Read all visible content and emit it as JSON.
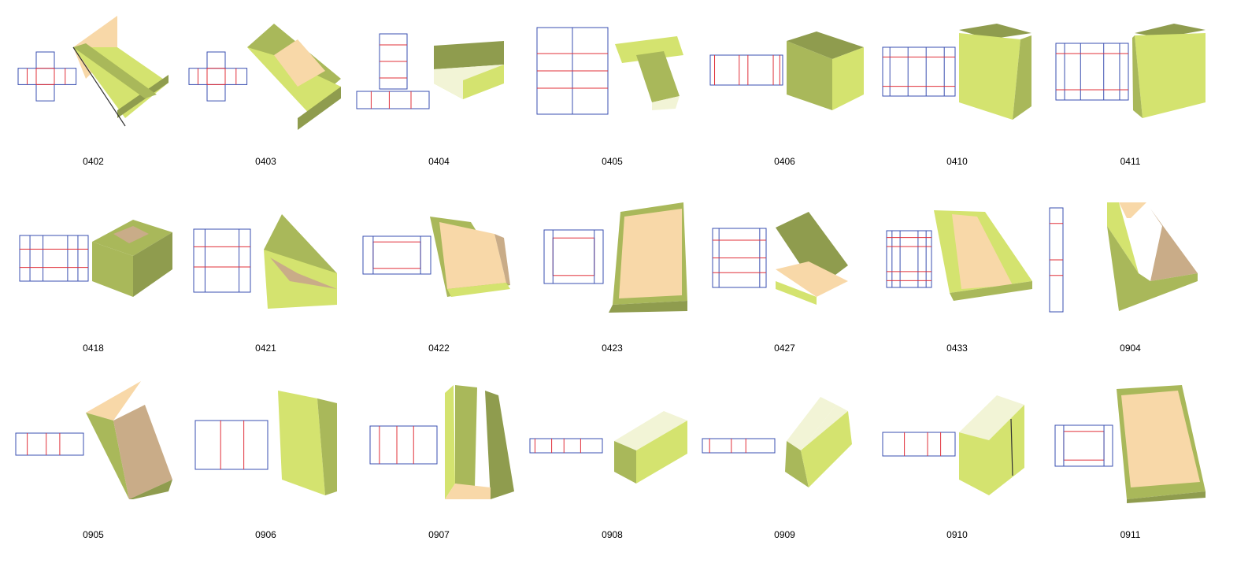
{
  "colors": {
    "cut_line": "#3a4fb0",
    "fold_line": "#e0303a",
    "face_light": "#d4e36f",
    "face_mid": "#a9b85a",
    "face_dark": "#8f9c4e",
    "inner_peach": "#f8d8a8",
    "inner_tan": "#c9ac88",
    "pale": "#f2f4d6"
  },
  "grid": {
    "rows": [
      [
        "0402",
        "0403",
        "0404",
        "0405",
        "0406",
        "0410",
        "0411"
      ],
      [
        "0418",
        "0421",
        "0422",
        "0423",
        "0427",
        "0433",
        "0904"
      ],
      [
        "0905",
        "0906",
        "0907",
        "0908",
        "0909",
        "0910",
        "0911"
      ]
    ]
  }
}
